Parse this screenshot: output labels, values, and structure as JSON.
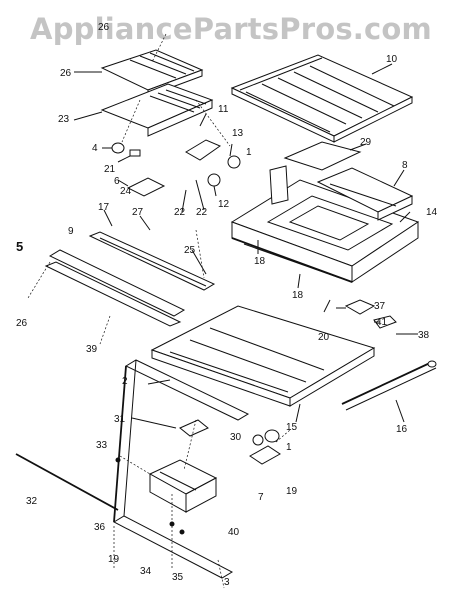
{
  "watermark": "AppliancePartsPros.com",
  "callouts": {
    "c1a": "1",
    "c1b": "1",
    "c2": "2",
    "c3": "3",
    "c4": "4",
    "c5": "5",
    "c6": "6",
    "c7": "7",
    "c8": "8",
    "c9": "9",
    "c10": "10",
    "c11": "11",
    "c12": "12",
    "c13": "13",
    "c14": "14",
    "c15": "15",
    "c16": "16",
    "c17": "17",
    "c18a": "18",
    "c18b": "18",
    "c19a": "19",
    "c19b": "19",
    "c20": "20",
    "c21": "21",
    "c22a": "22",
    "c22b": "22",
    "c23": "23",
    "c24": "24",
    "c25": "25",
    "c26a": "26",
    "c26b": "26",
    "c27": "27",
    "c29": "29",
    "c30": "30",
    "c31": "31",
    "c32": "32",
    "c33": "33",
    "c34": "34",
    "c35": "35",
    "c36": "36",
    "c37": "37",
    "c38": "38",
    "c39": "39",
    "c40": "40",
    "c41": "41"
  }
}
